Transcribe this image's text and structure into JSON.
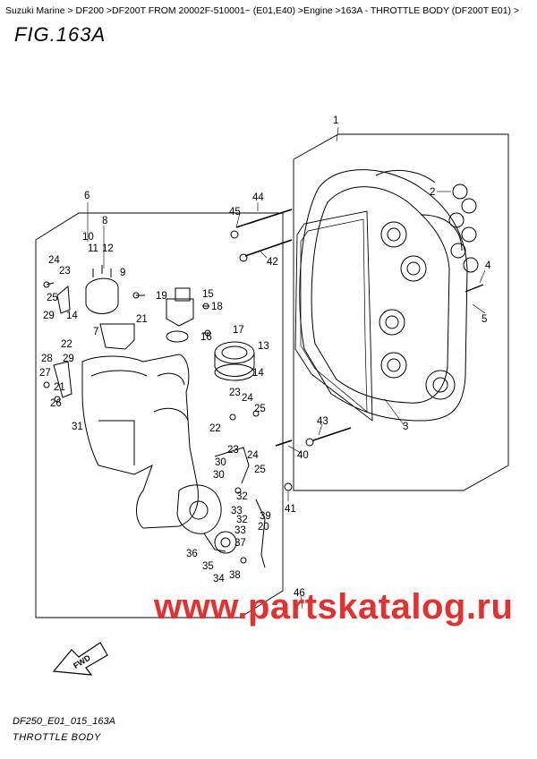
{
  "breadcrumb": "Suzuki Marine > DF200 >DF200T FROM 20002F-510001~ (E01,E40) >Engine >163A - THROTTLE BODY (DF200T E01) >",
  "figure_title": "FIG.163A",
  "watermark": "www.partskatalog.ru",
  "footer": {
    "code": "DF250_E01_015_163A",
    "name": "THROTTLE BODY"
  },
  "fwd_label": "FWD",
  "callouts": [
    "1",
    "2",
    "3",
    "4",
    "5",
    "6",
    "7",
    "8",
    "10",
    "12",
    "11",
    "9",
    "24",
    "23",
    "25",
    "29",
    "14",
    "19",
    "15",
    "18",
    "17",
    "16",
    "13",
    "21",
    "22",
    "28",
    "27",
    "26",
    "31",
    "30",
    "32",
    "33",
    "34",
    "35",
    "36",
    "37",
    "38",
    "39",
    "40",
    "41",
    "42",
    "43",
    "44",
    "45",
    "46",
    "20",
    "24",
    "25",
    "23",
    "22",
    "23",
    "24",
    "25",
    "14",
    "21",
    "30",
    "29",
    "32",
    "33"
  ]
}
